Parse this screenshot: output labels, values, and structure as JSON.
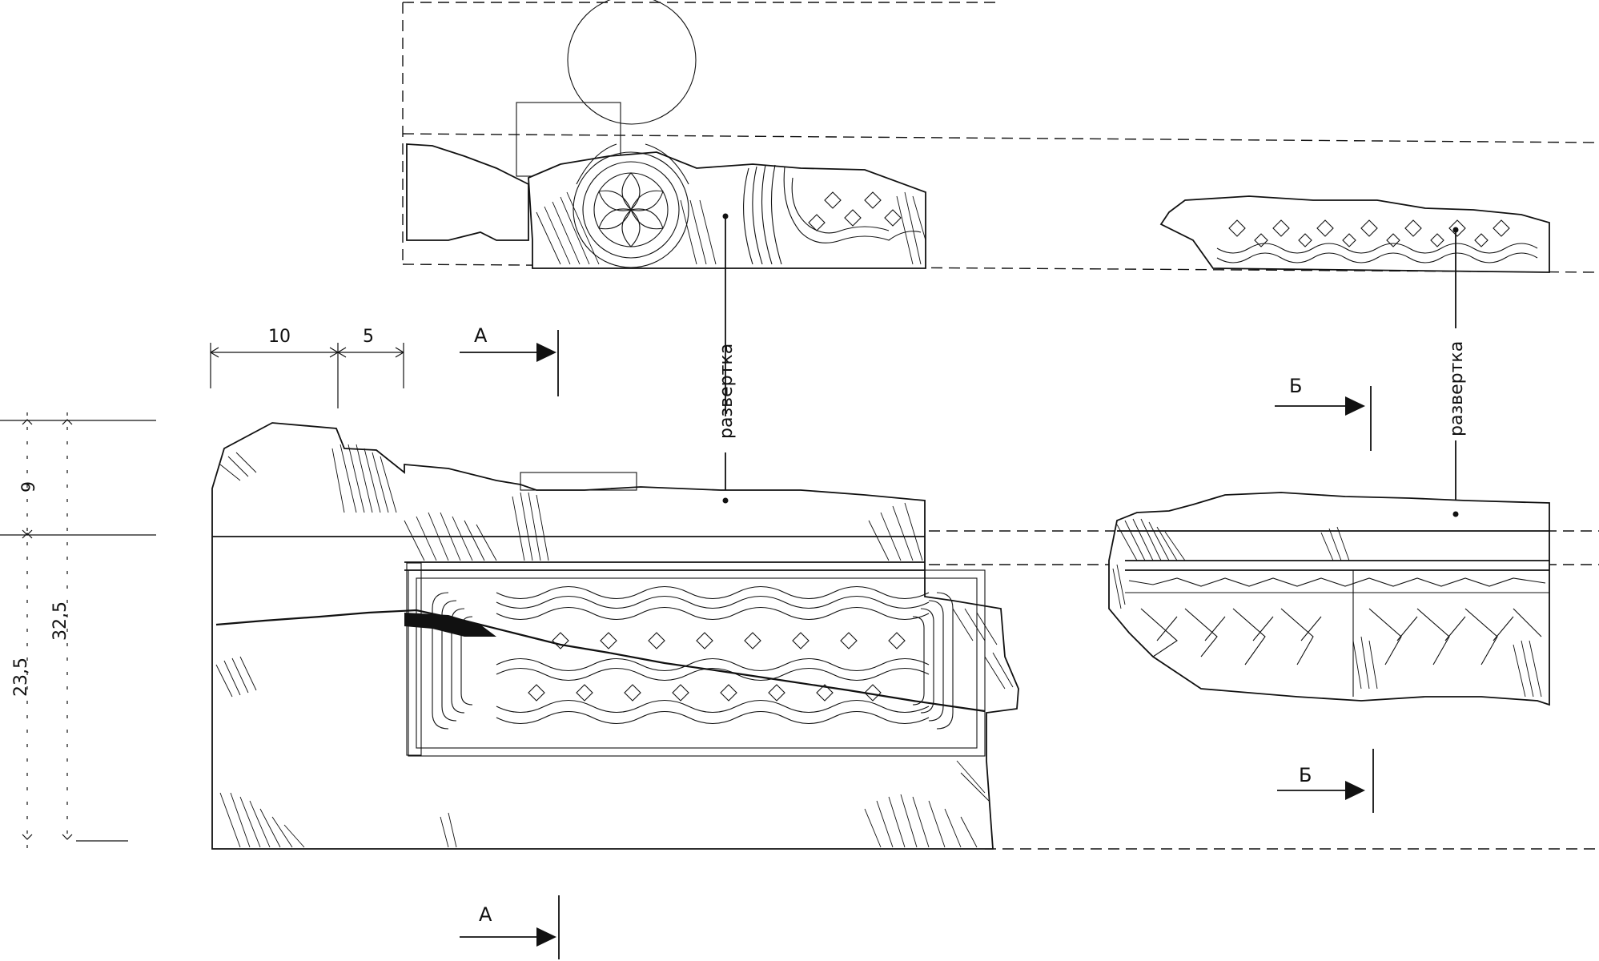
{
  "labels": {
    "unfold_left": "развертка",
    "unfold_right": "развертка",
    "section_a_top": "А",
    "section_a_bottom": "А",
    "section_b_top": "Б",
    "section_b_bottom": "Б"
  },
  "dimensions": {
    "horizontal_1": "10",
    "horizontal_2": "5",
    "vertical_1": "9",
    "vertical_2": "32,5",
    "vertical_3": "23,5"
  },
  "colors": {
    "ink": "#111111",
    "paper": "#ffffff"
  }
}
